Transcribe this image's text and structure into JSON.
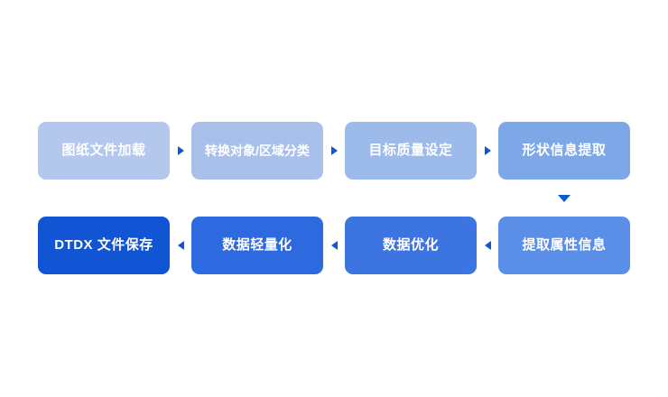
{
  "diagram": {
    "type": "process-flow",
    "title": "",
    "background_color": "#ffffff",
    "arrow_color": "#1155d5",
    "label_color": "#ffffff",
    "rows": [
      {
        "name": "top-row",
        "direction": "left-to-right",
        "separator_icon": "triangle-right-icon",
        "steps": [
          {
            "step": 1,
            "label": "图纸文件加载",
            "color": "#b4c8ee"
          },
          {
            "step": 2,
            "label": "转换对象/区域分类",
            "color": "#a8c0ea"
          },
          {
            "step": 3,
            "label": "目标质量设定",
            "color": "#9cbaea"
          },
          {
            "step": 4,
            "label": "形状信息提取",
            "color": "#7ea7e8"
          }
        ]
      },
      {
        "name": "bottom-row",
        "direction": "right-to-left",
        "separator_icon": "triangle-left-icon",
        "steps": [
          {
            "step": 8,
            "label": "DTDX 文件保存",
            "color": "#1155d5"
          },
          {
            "step": 7,
            "label": "数据轻量化",
            "color": "#2d6ae0"
          },
          {
            "step": 6,
            "label": "数据优化",
            "color": "#3c75e2"
          },
          {
            "step": 5,
            "label": "提取属性信息",
            "color": "#5b8ee6"
          }
        ]
      }
    ],
    "row_connector": {
      "icon": "triangle-down-icon",
      "from_step": 4,
      "to_step": 5
    }
  }
}
